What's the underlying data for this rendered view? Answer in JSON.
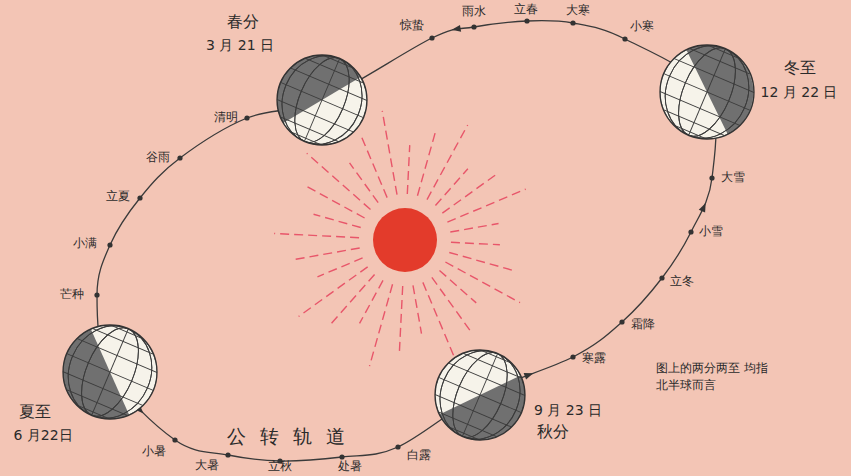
{
  "diagram": {
    "nodes": [
      {
        "text": [
          "春分",
          "3 月 21 日"
        ]
      },
      {
        "text": [
          "冬至",
          "12 月 22 日"
        ]
      },
      {
        "text": [
          "夏至",
          "6 月22日"
        ]
      },
      {
        "text": [
          "秋分",
          "9 月 23 日"
        ]
      }
    ],
    "labels": [
      "惊蛰",
      "雨水",
      "立春",
      "大寒",
      "小寒",
      "清明",
      "谷雨",
      "立夏",
      "小满",
      "芒种",
      "大雪",
      "小雪",
      "立冬",
      "霜降",
      "寒露",
      "小暑",
      "大暑",
      "公转轨道",
      "立秋",
      "处暑",
      "白露",
      "图上的两分两至 均指北半球而言"
    ]
  }
}
